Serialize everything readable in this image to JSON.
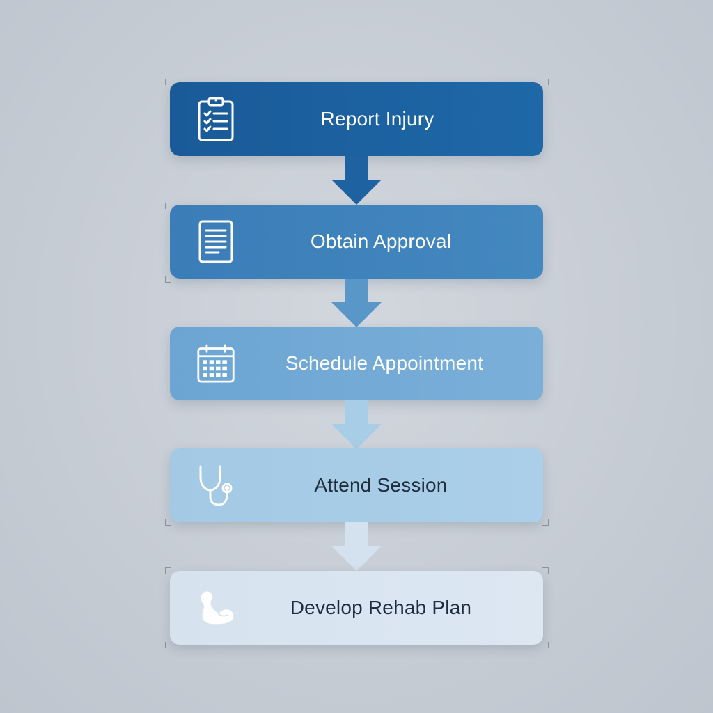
{
  "steps": [
    {
      "label": "Report Injury",
      "icon": "clipboard-checklist-icon"
    },
    {
      "label": "Obtain Approval",
      "icon": "document-icon"
    },
    {
      "label": "Schedule Appointment",
      "icon": "calendar-icon"
    },
    {
      "label": "Attend Session",
      "icon": "stethoscope-icon"
    },
    {
      "label": "Develop Rehab Plan",
      "icon": "flexed-arm-icon"
    }
  ],
  "colors": {
    "step1": "#1a5a98",
    "step2": "#3a7db8",
    "step3": "#6ca5d3",
    "step4": "#a3c9e5",
    "step5": "#d6e3ef",
    "background": "#c6ccd4"
  }
}
